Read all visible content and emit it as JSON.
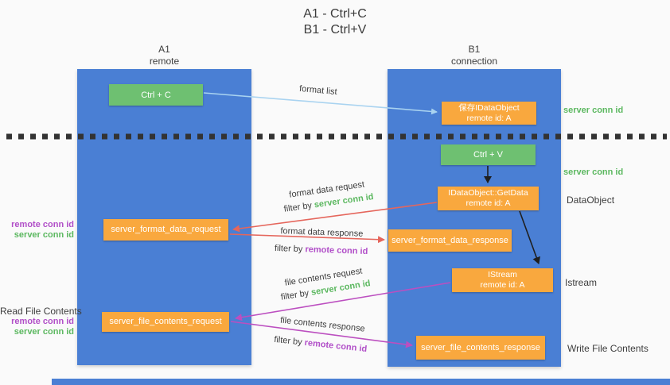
{
  "title": {
    "line1": "A1 - Ctrl+C",
    "line2": "B1 - Ctrl+V"
  },
  "lanes": {
    "left": {
      "id": "A1",
      "name": "remote"
    },
    "right": {
      "id": "B1",
      "name": "connection"
    }
  },
  "terms": {
    "filter_by": "filter by",
    "server_conn_id": "server conn id",
    "remote_conn_id": "remote conn id",
    "remote_id_a": "remote id: A"
  },
  "boxes": {
    "ctrl_c": "Ctrl + C",
    "ctrl_v": "Ctrl + V",
    "save_dataobject_title": "保存IDataObject",
    "getdata_title": "IDataObject::GetData",
    "istream_title": "IStream",
    "server_format_data_request": "server_format_data_request",
    "server_format_data_response": "server_format_data_response",
    "server_file_contents_request": "server_file_contents_request",
    "server_file_contents_response": "server_file_contents_response"
  },
  "messages": {
    "format_list": "format list",
    "format_data_request": "format data request",
    "format_data_response": "format data response",
    "file_contents_request": "file contents request",
    "file_contents_response": "file contents response"
  },
  "side_labels": {
    "dataobject": "DataObject",
    "istream": "Istream",
    "read_file_contents": "Read File Contents",
    "write_file_contents": "Write File Contents"
  },
  "colors": {
    "lane_blue": "#4a7fd4",
    "button_green": "#6ec071",
    "box_orange": "#f9a83e",
    "green_text": "#5cb860",
    "purple_text": "#b14fc8",
    "red_arrow": "#e5665c",
    "magenta_arrow": "#bc4fc0",
    "lightblue_arrow": "#a9d3f0",
    "black_arrow": "#1f1f1f",
    "divider_dots": "#333333",
    "background": "#fafafa"
  }
}
